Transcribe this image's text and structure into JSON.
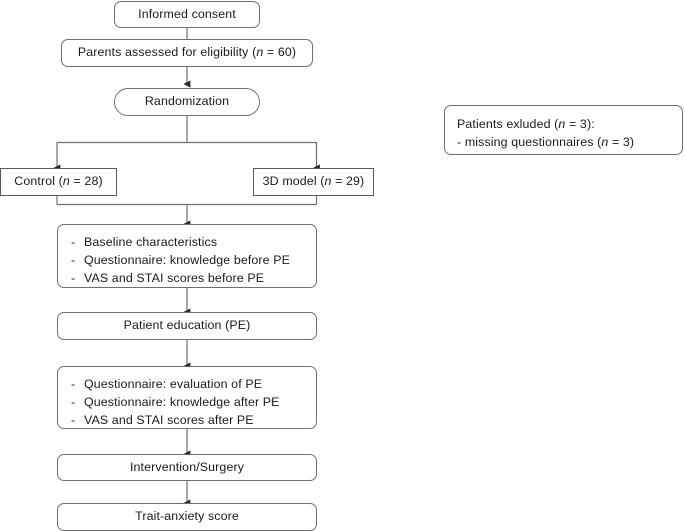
{
  "diagram": {
    "title": "CONSORT-style participant flow diagram",
    "line_color": "#6f6f6f",
    "text_color": "#1a1a1a",
    "background": "#ffffff"
  },
  "nodes": {
    "informed_consent": {
      "label": "Informed consent",
      "shape": "rounded"
    },
    "eligibility": {
      "prefix": "Parents assessed for eligibility (",
      "var": "n",
      "suffix": " = 60)",
      "shape": "rounded"
    },
    "randomization": {
      "label": "Randomization",
      "shape": "stadium"
    },
    "control": {
      "prefix": "Control (",
      "var": "n",
      "suffix": " = 28)",
      "shape": "square"
    },
    "model3d": {
      "prefix": "3D model (",
      "var": "n",
      "suffix": " = 29)",
      "shape": "square"
    },
    "baseline_block": {
      "shape": "rounded",
      "bullet": "-",
      "items": [
        "Baseline characteristics",
        "Questionnaire: knowledge before PE",
        "VAS and STAI scores before PE"
      ]
    },
    "patient_education": {
      "label": "Patient education (PE)",
      "shape": "rounded"
    },
    "post_pe_block": {
      "shape": "rounded",
      "bullet": "-",
      "items": [
        "Questionnaire: evaluation of PE",
        "Questionnaire: knowledge after PE",
        "VAS and STAI scores after PE"
      ]
    },
    "intervention": {
      "label": "Intervention/Surgery",
      "shape": "rounded"
    },
    "trait_anxiety": {
      "label": "Trait-anxiety score",
      "shape": "rounded"
    },
    "excluded": {
      "shape": "rounded",
      "line1_prefix": "Patients exluded (",
      "line1_var": "n",
      "line1_suffix": " = 3):",
      "line2_prefix": "- missing questionnaires (",
      "line2_var": "n",
      "line2_suffix": " = 3)"
    }
  }
}
